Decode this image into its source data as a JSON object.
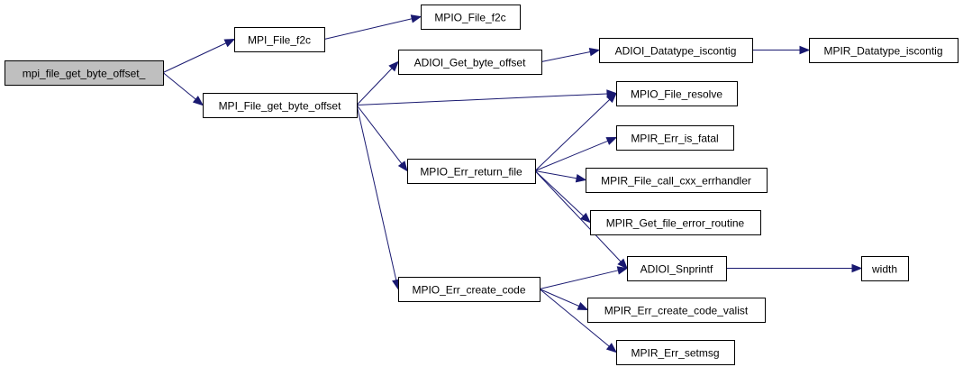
{
  "diagram": {
    "type": "call-graph",
    "colors": {
      "edge": "#191970",
      "node_border": "#000000",
      "root_fill": "#bfbfbf",
      "node_fill": "#ffffff"
    },
    "nodes": {
      "mpi_file_get_byte_offset_": "mpi_file_get_byte_offset_",
      "mpi_file_f2c": "MPI_File_f2c",
      "mpio_file_f2c": "MPIO_File_f2c",
      "mpi_file_get_byte_offset": "MPI_File_get_byte_offset",
      "adioi_get_byte_offset": "ADIOI_Get_byte_offset",
      "adioi_datatype_iscontig": "ADIOI_Datatype_iscontig",
      "mpir_datatype_iscontig": "MPIR_Datatype_iscontig",
      "mpio_file_resolve": "MPIO_File_resolve",
      "mpir_err_is_fatal": "MPIR_Err_is_fatal",
      "mpio_err_return_file": "MPIO_Err_return_file",
      "mpir_file_call_cxx_errhandler": "MPIR_File_call_cxx_errhandler",
      "mpir_get_file_error_routine": "MPIR_Get_file_error_routine",
      "adioi_snprintf": "ADIOI_Snprintf",
      "width": "width",
      "mpio_err_create_code": "MPIO_Err_create_code",
      "mpir_err_create_code_valist": "MPIR_Err_create_code_valist",
      "mpir_err_setmsg": "MPIR_Err_setmsg"
    },
    "edges": [
      [
        "mpi_file_get_byte_offset_",
        "mpi_file_f2c"
      ],
      [
        "mpi_file_get_byte_offset_",
        "mpi_file_get_byte_offset"
      ],
      [
        "mpi_file_f2c",
        "mpio_file_f2c"
      ],
      [
        "mpi_file_get_byte_offset",
        "adioi_get_byte_offset"
      ],
      [
        "mpi_file_get_byte_offset",
        "mpio_file_resolve"
      ],
      [
        "mpi_file_get_byte_offset",
        "mpio_err_return_file"
      ],
      [
        "mpi_file_get_byte_offset",
        "mpio_err_create_code"
      ],
      [
        "adioi_get_byte_offset",
        "adioi_datatype_iscontig"
      ],
      [
        "adioi_datatype_iscontig",
        "mpir_datatype_iscontig"
      ],
      [
        "mpio_err_return_file",
        "mpio_file_resolve"
      ],
      [
        "mpio_err_return_file",
        "mpir_err_is_fatal"
      ],
      [
        "mpio_err_return_file",
        "mpir_file_call_cxx_errhandler"
      ],
      [
        "mpio_err_return_file",
        "mpir_get_file_error_routine"
      ],
      [
        "mpio_err_return_file",
        "adioi_snprintf"
      ],
      [
        "mpio_err_create_code",
        "adioi_snprintf"
      ],
      [
        "mpio_err_create_code",
        "mpir_err_create_code_valist"
      ],
      [
        "mpio_err_create_code",
        "mpir_err_setmsg"
      ],
      [
        "adioi_snprintf",
        "width"
      ]
    ]
  }
}
